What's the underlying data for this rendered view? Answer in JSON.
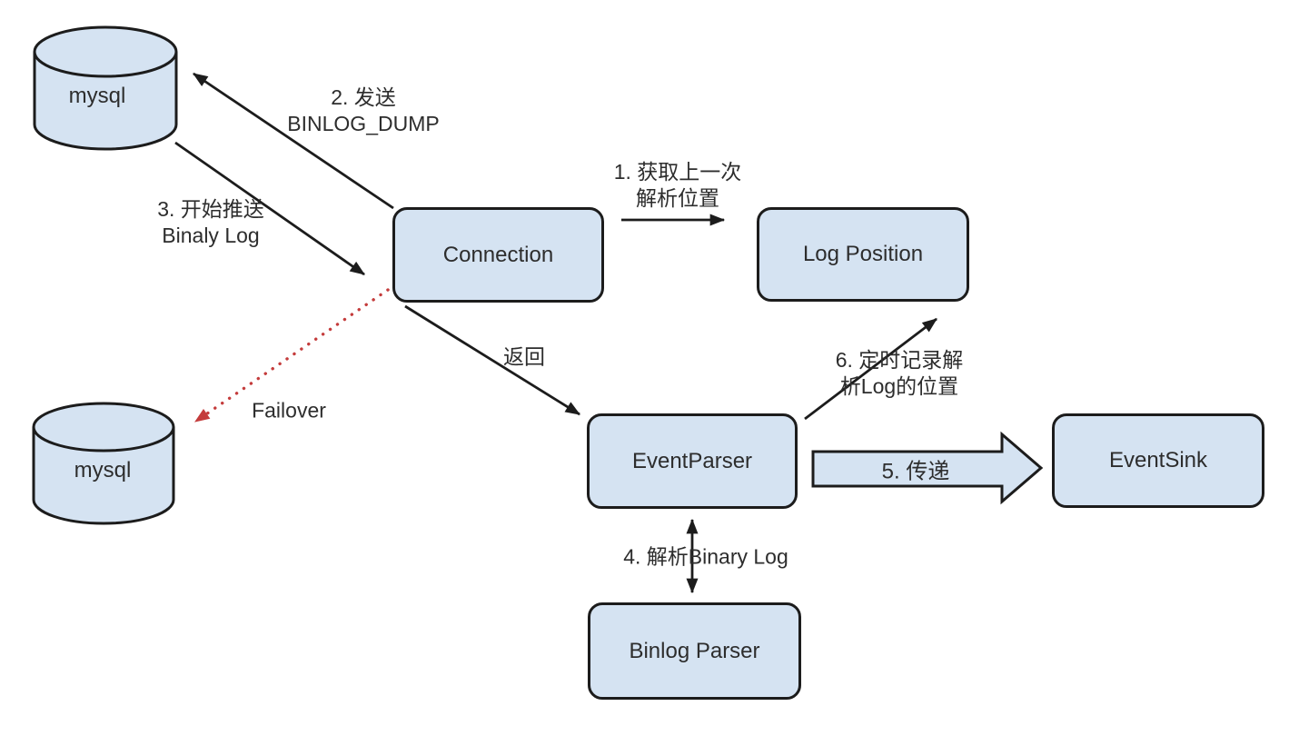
{
  "colors": {
    "background": "#ffffff",
    "node_fill": "#d5e3f2",
    "node_border": "#1c1c1c",
    "arrow": "#1c1c1c",
    "failover": "#c43c3c",
    "text": "#2d2d2d"
  },
  "nodes": {
    "mysql_top": {
      "label": "mysql"
    },
    "mysql_bottom": {
      "label": "mysql"
    },
    "connection": {
      "label": "Connection"
    },
    "log_position": {
      "label": "Log Position"
    },
    "event_parser": {
      "label": "EventParser"
    },
    "event_sink": {
      "label": "EventSink"
    },
    "binlog_parser": {
      "label": "Binlog Parser"
    }
  },
  "edges": {
    "step1": {
      "line1": "1. 获取上一次",
      "line2": "解析位置"
    },
    "step2": {
      "line1": "2. 发送",
      "line2": "BINLOG_DUMP"
    },
    "step3": {
      "line1": "3. 开始推送",
      "line2": "Binaly Log"
    },
    "step4": {
      "label": "4. 解析Binary Log"
    },
    "step5": {
      "label": "5. 传递"
    },
    "step6": {
      "line1": "6. 定时记录解",
      "line2": "析Log的位置"
    },
    "return": {
      "label": "返回"
    },
    "failover": {
      "label": "Failover"
    }
  }
}
